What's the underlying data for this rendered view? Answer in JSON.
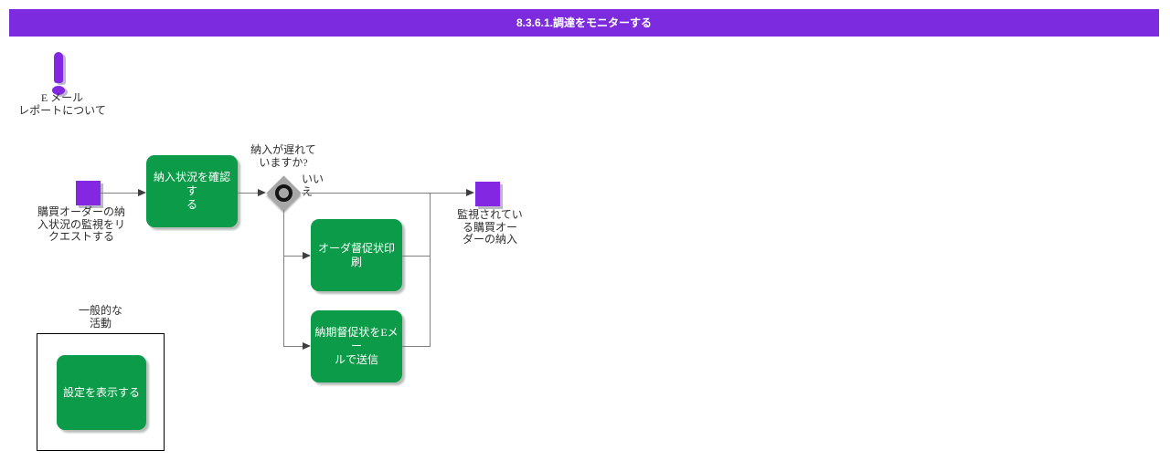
{
  "header": {
    "title": "8.3.6.1.調達をモニターする"
  },
  "colors": {
    "header_purple": "#7c2bdf",
    "event_purple": "#8327e3",
    "activity_green": "#0c9b49",
    "gateway_gray": "#a7a7a7",
    "connector_gray": "#7f7f7f",
    "arrow_dark": "#3f3f3f",
    "legend_border": "#000000",
    "text_white": "#ffffff",
    "text_dark": "#2e2e2e"
  },
  "note": {
    "icon": "exclamation-icon",
    "label": "E メール\nレポートについて"
  },
  "flow": {
    "start_event": "購買オーダーの納\n入状況の監視をリ\nクエストする",
    "check_activity": "納入状況を確認す\nる",
    "gateway_question": "納入が遅れて\nいますか?",
    "gateway_no": "いいえ",
    "print_activity": "オーダ督促状印刷",
    "email_activity": "納期督促状をEメー\nルで送信",
    "end_event": "監視されてい\nる購買オー\nダーの納入"
  },
  "legend": {
    "title": "一般的な\n活動",
    "activity": "設定を表示する"
  }
}
